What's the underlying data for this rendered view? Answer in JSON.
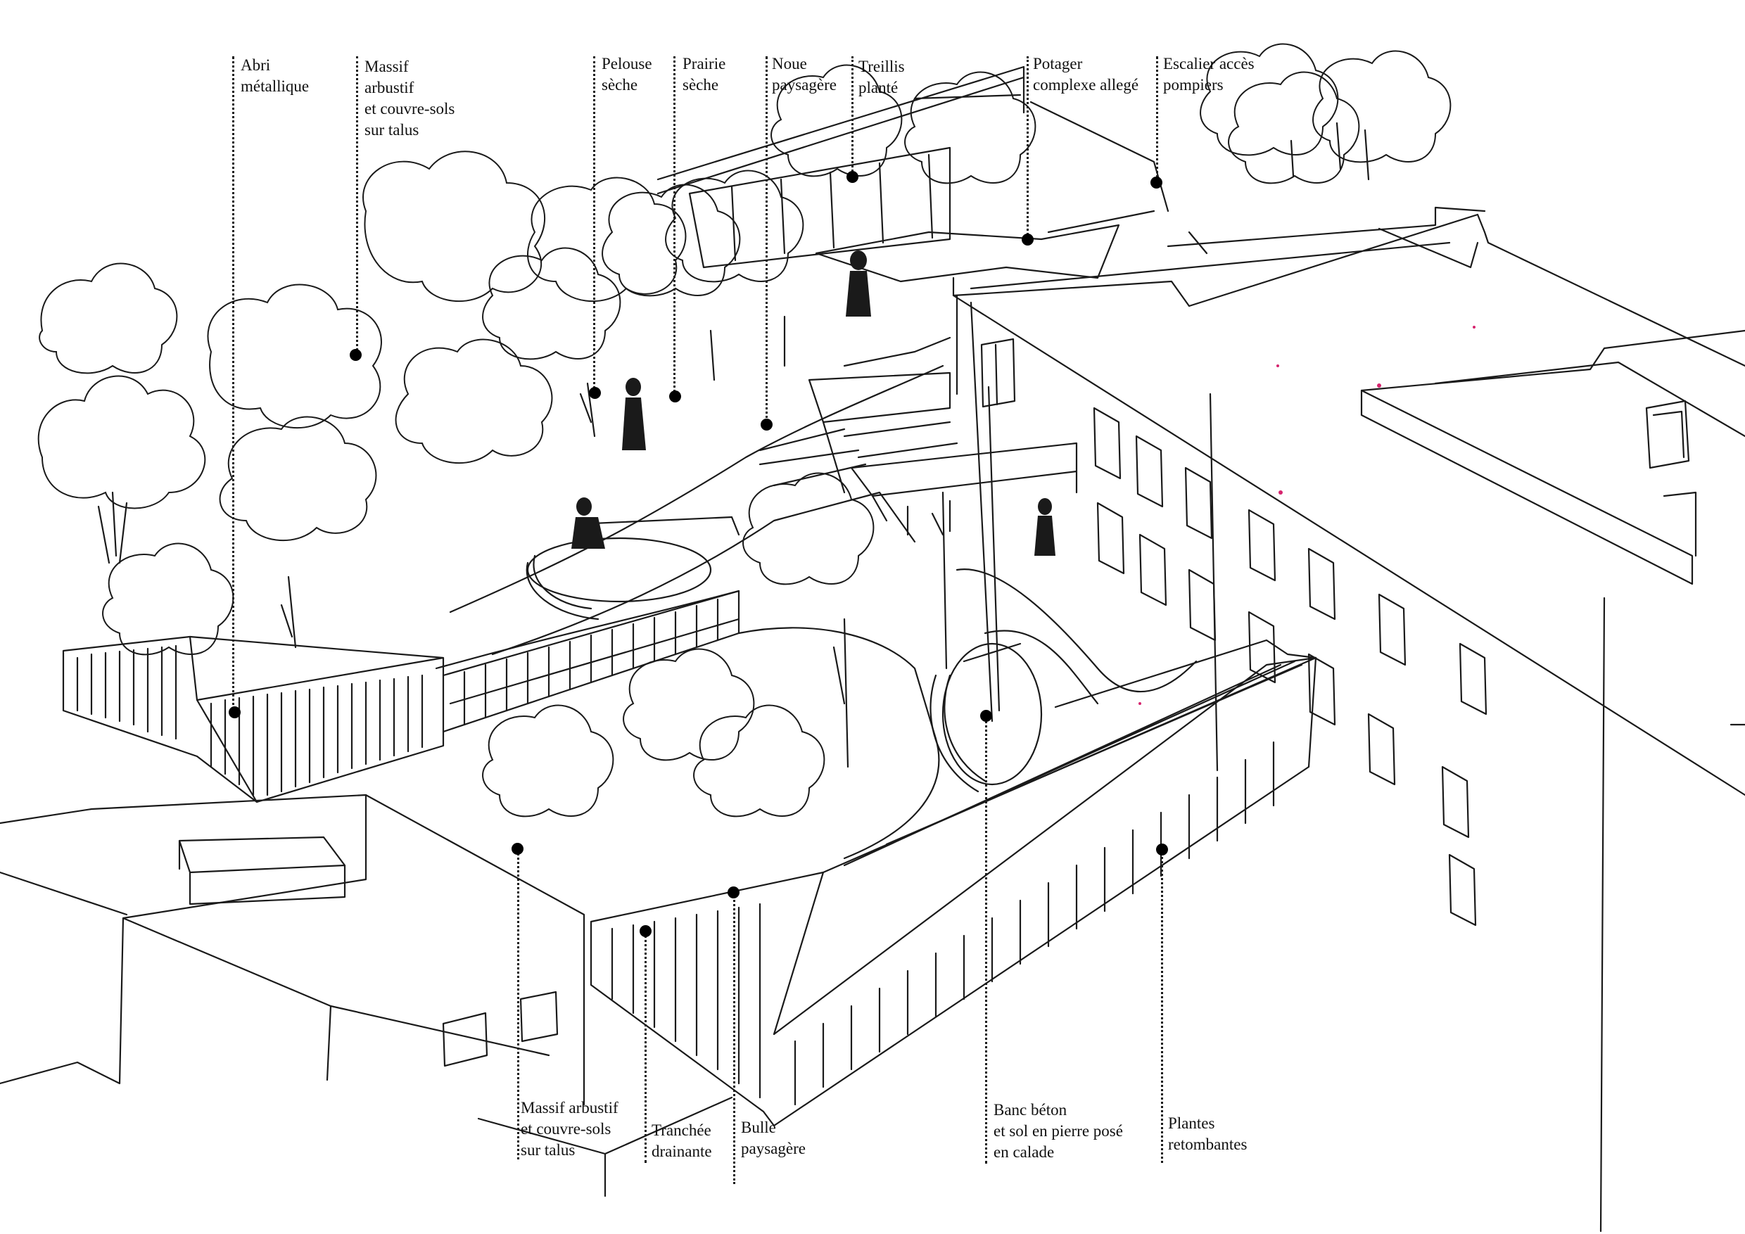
{
  "labels": {
    "abri": "Abri\nmétallique",
    "massif_top": "Massif\narbustif\net couvre-sols\nsur talus",
    "pelouse": "Pelouse\nsèche",
    "prairie": "Prairie\nsèche",
    "noue": "Noue\npaysagère",
    "treillis": "Treillis\nplanté",
    "potager": "Potager\ncomplexe allegé",
    "escalier": "Escalier accès\npompiers",
    "massif_bottom": "Massif arbustif\net couvre-sols\nsur talus",
    "tranchee": "Tranchée\ndrainante",
    "bulle": "Bulle\npaysagère",
    "banc": "Banc béton\net sol en pierre posé\nen calade",
    "plantes": "Plantes\nretombantes"
  },
  "colors": {
    "ink": "#1a1a1a",
    "accent": "#d6246e"
  }
}
